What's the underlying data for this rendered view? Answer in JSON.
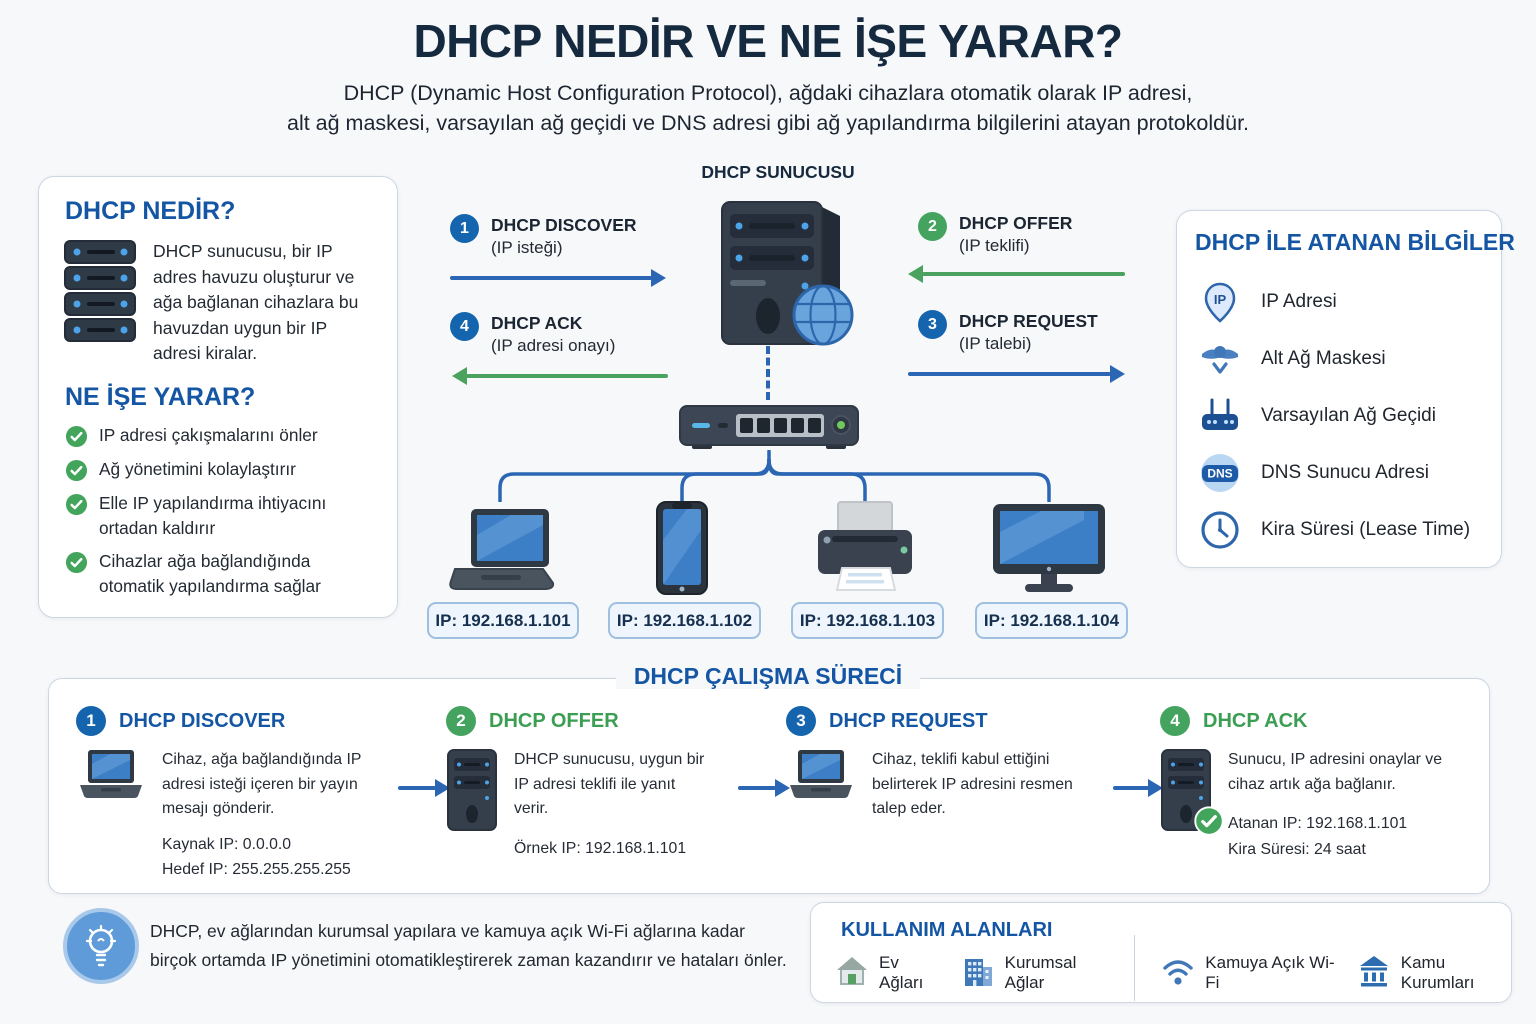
{
  "page": {
    "title": "DHCP NEDİR VE NE İŞE YARAR?",
    "subtitle_line1": "DHCP (Dynamic Host Configuration Protocol), ağdaki cihazlara otomatik olarak IP adresi,",
    "subtitle_line2": "alt ağ maskesi, varsayılan ağ geçidi ve DNS adresi gibi ağ yapılandırma bilgilerini atayan protokoldür."
  },
  "colors": {
    "accent_blue": "#1565ae",
    "accent_green": "#44a45f",
    "heading_blue": "#1456a4",
    "dark_navy": "#15293f",
    "arrow_blue": "#2b66b5",
    "arrow_green": "#4aa25e",
    "ip_chip_bg": "#eef5fc",
    "ip_chip_border": "#9ebfe0"
  },
  "left_panel": {
    "what_heading": "DHCP NEDİR?",
    "what_text": "DHCP sunucusu, bir IP adres havuzu oluşturur ve ağa bağlanan cihazlara bu havuzdan uygun bir IP adresi kiralar.",
    "why_heading": "NE İŞE YARAR?",
    "benefits": [
      "IP adresi çakışmalarını önler",
      "Ağ yönetimini kolaylaştırır",
      "Elle IP yapılandırma ihtiyacını ortadan kaldırır",
      "Cihazlar ağa bağlandığında otomatik yapılandırma sağlar"
    ]
  },
  "diagram": {
    "server_label": "DHCP SUNUCUSU",
    "messages": [
      {
        "num": "1",
        "name": "DHCP DISCOVER",
        "desc": "(IP isteği)"
      },
      {
        "num": "2",
        "name": "DHCP OFFER",
        "desc": "(IP teklifi)"
      },
      {
        "num": "3",
        "name": "DHCP REQUEST",
        "desc": "(IP talebi)"
      },
      {
        "num": "4",
        "name": "DHCP ACK",
        "desc": "(IP adresi onayı)"
      }
    ],
    "device_ips": [
      "IP: 192.168.1.101",
      "IP: 192.168.1.102",
      "IP: 192.168.1.103",
      "IP: 192.168.1.104"
    ]
  },
  "right_panel": {
    "heading": "DHCP İLE ATANAN BİLGİLER",
    "ip_badge": "IP",
    "dns_badge": "DNS",
    "items": [
      {
        "label": "IP Adresi"
      },
      {
        "label": "Alt Ağ Maskesi"
      },
      {
        "label": "Varsayılan Ağ Geçidi"
      },
      {
        "label": "DNS Sunucu Adresi"
      },
      {
        "label": "Kira Süresi (Lease Time)"
      }
    ]
  },
  "process": {
    "heading": "DHCP ÇALIŞMA SÜRECİ",
    "steps": [
      {
        "num": "1",
        "name": "DHCP DISCOVER",
        "desc": "Cihaz, ağa bağlandığında IP adresi isteği içeren bir yayın mesajı gönderir.",
        "extra1": "Kaynak IP: 0.0.0.0",
        "extra2": "Hedef IP: 255.255.255.255"
      },
      {
        "num": "2",
        "name": "DHCP OFFER",
        "desc": "DHCP sunucusu, uygun bir IP adresi teklifi ile yanıt verir.",
        "extra1": "Örnek IP: 192.168.1.101"
      },
      {
        "num": "3",
        "name": "DHCP REQUEST",
        "desc": "Cihaz, teklifi kabul ettiğini belirterek IP adresini resmen talep eder."
      },
      {
        "num": "4",
        "name": "DHCP ACK",
        "desc": "Sunucu, IP adresini onaylar ve cihaz artık ağa bağlanır.",
        "extra1": "Atanan IP: 192.168.1.101",
        "extra2": "Kira Süresi: 24 saat"
      }
    ]
  },
  "footer": {
    "note_line1": "DHCP, ev ağlarından kurumsal yapılara ve kamuya açık Wi-Fi ağlarına kadar",
    "note_line2": "birçok ortamda IP yönetimini otomatikleştirerek zaman kazandırır ve hataları önler.",
    "usage": {
      "heading": "KULLANIM ALANLARI",
      "items": [
        {
          "label": "Ev Ağları"
        },
        {
          "label": "Kurumsal Ağlar"
        },
        {
          "label": "Kamuya Açık Wi-Fi"
        },
        {
          "label": "Kamu Kurumları"
        }
      ]
    }
  }
}
